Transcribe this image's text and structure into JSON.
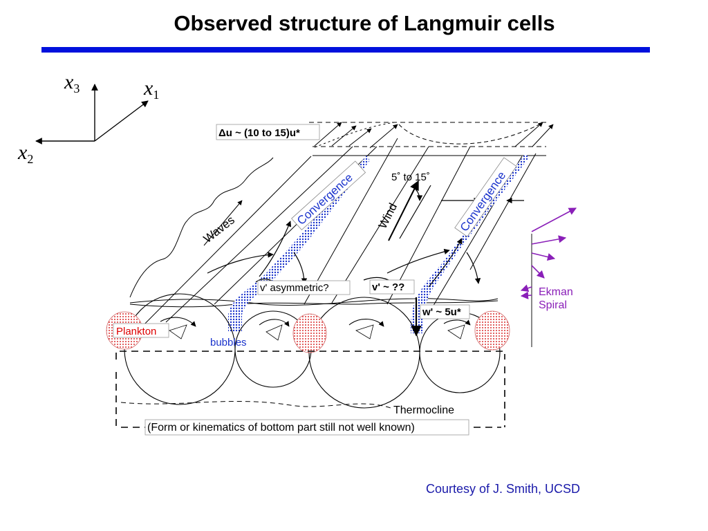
{
  "slide": {
    "title": "Observed structure of Langmuir cells",
    "credit": "Courtesy of J. Smith, UCSD"
  },
  "axes": {
    "x1": "x",
    "x1_sub": "1",
    "x2": "x",
    "x2_sub": "2",
    "x3": "x",
    "x3_sub": "3"
  },
  "labels": {
    "delta_u": "Δu ~ (10 to 15)u*",
    "convergence_left": "Convergence",
    "convergence_right": "Convergence",
    "angle": "5˚ to 15˚",
    "wind": "Wind",
    "waves": "Waves",
    "v_asym": "v' asymmetric?",
    "v_unknown": "v' ~ ??",
    "w_prime": "w' ~ 5u*",
    "plankton": "Plankton",
    "bubbles": "bubbles",
    "ekman_line1": "Ekman",
    "ekman_line2": "Spiral",
    "thermocline": "Thermocline",
    "bottom_note": "(Form or kinematics of bottom part still not well known)"
  },
  "colors": {
    "title_bar": "#0011dd",
    "convergence": "#1a33cc",
    "plankton_text": "#dd0000",
    "plankton_fill": "#f2b8b8",
    "ekman": "#8a1fb8",
    "credit": "#1a1aaa"
  }
}
